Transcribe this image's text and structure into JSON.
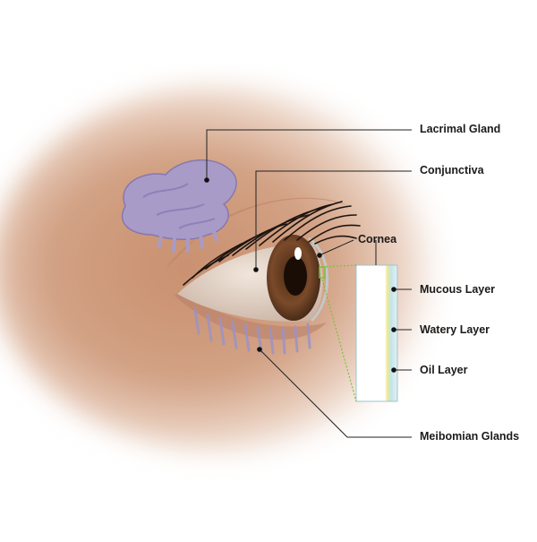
{
  "labels": {
    "lacrimal_gland": "Lacrimal Gland",
    "conjunctiva": "Conjunctiva",
    "cornea": "Cornea",
    "mucous_layer": "Mucous Layer",
    "watery_layer": "Watery Layer",
    "oil_layer": "Oil Layer",
    "meibomian_glands": "Meibomian Glands"
  },
  "colors": {
    "skin": "#c9906f",
    "iris": "#6b3f22",
    "gland": "#a89bc8",
    "leader_line": "#222222",
    "tear_outline": "#7dbf3a",
    "mucous": "#f2e98c",
    "watery": "#bfe6ee"
  }
}
